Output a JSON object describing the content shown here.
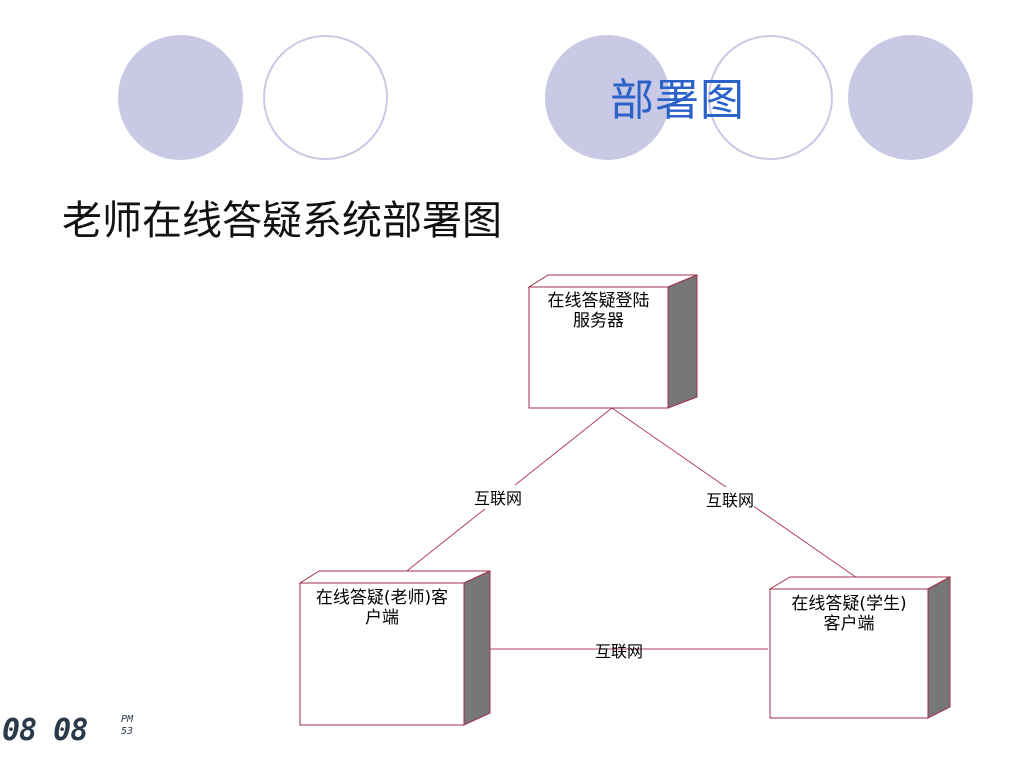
{
  "header": {
    "title": "部署图"
  },
  "slide": {
    "subtitle": "老师在线答疑系统部署图"
  },
  "diagram": {
    "nodes": {
      "server": "在线答疑登陆\n服务器",
      "teacher": "在线答疑(老师)客\n户端",
      "student": "在线答疑(学生)\n客户端"
    },
    "edges": {
      "server_teacher": "互联网",
      "server_student": "互联网",
      "teacher_student": "互联网"
    },
    "colors": {
      "node_border": "#a0304a",
      "node_shade": "#777777",
      "edge": "#b0405a"
    }
  },
  "clock": {
    "time": "08 08",
    "ampm": "PM",
    "seconds": "53"
  },
  "colors": {
    "circle_fill": "#c9c9e6",
    "title": "#2a62c9"
  }
}
